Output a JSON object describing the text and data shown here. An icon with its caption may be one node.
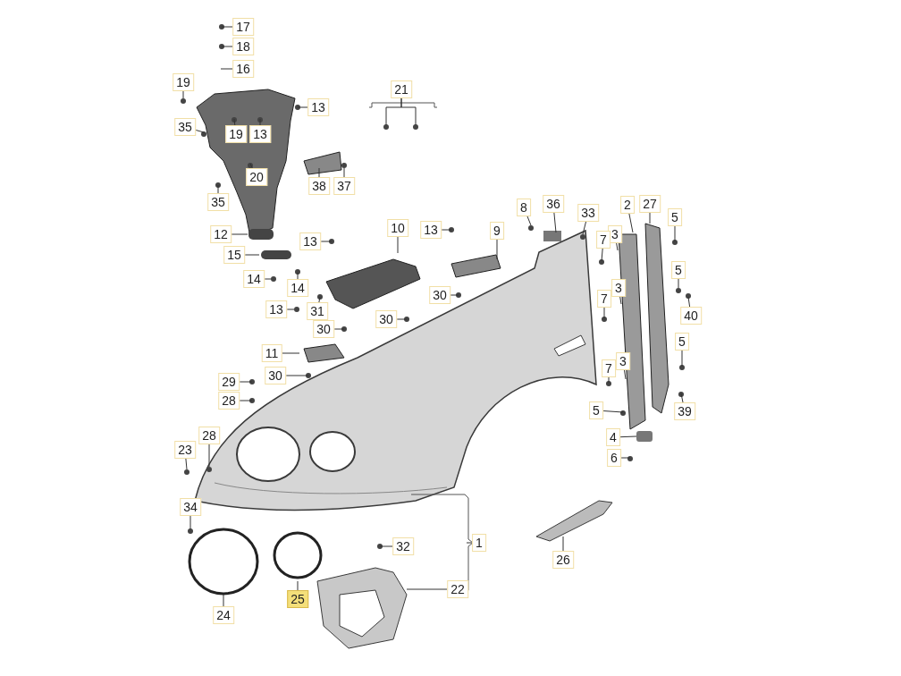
{
  "diagram": {
    "nodes": [
      {
        "text": [
          "17"
        ]
      },
      {
        "text": [
          "18"
        ]
      },
      {
        "text": [
          "16"
        ]
      },
      {
        "text": [
          "19"
        ]
      },
      {
        "text": [
          "21"
        ]
      },
      {
        "text": [
          "13"
        ]
      },
      {
        "text": [
          "35"
        ]
      },
      {
        "text": [
          "19"
        ]
      },
      {
        "text": [
          "13"
        ]
      },
      {
        "text": [
          "20"
        ]
      },
      {
        "text": [
          "38"
        ]
      },
      {
        "text": [
          "37"
        ]
      },
      {
        "text": [
          "35"
        ]
      },
      {
        "text": [
          "8"
        ]
      },
      {
        "text": [
          "36"
        ]
      },
      {
        "text": [
          "2"
        ]
      },
      {
        "text": [
          "27"
        ]
      },
      {
        "text": [
          "33"
        ]
      },
      {
        "text": [
          "5"
        ]
      },
      {
        "text": [
          "10"
        ]
      },
      {
        "text": [
          "13"
        ]
      },
      {
        "text": [
          "9"
        ]
      },
      {
        "text": [
          "12"
        ]
      },
      {
        "text": [
          "3"
        ]
      },
      {
        "text": [
          "7"
        ]
      },
      {
        "text": [
          "13"
        ]
      },
      {
        "text": [
          "15"
        ]
      },
      {
        "text": [
          "5"
        ]
      },
      {
        "text": [
          "14"
        ]
      },
      {
        "text": [
          "3"
        ]
      },
      {
        "text": [
          "14"
        ]
      },
      {
        "text": [
          "30"
        ]
      },
      {
        "text": [
          "7"
        ]
      },
      {
        "text": [
          "13"
        ]
      },
      {
        "text": [
          "31"
        ]
      },
      {
        "text": [
          "40"
        ]
      },
      {
        "text": [
          "30"
        ]
      },
      {
        "text": [
          "30"
        ]
      },
      {
        "text": [
          "5"
        ]
      },
      {
        "text": [
          "11"
        ]
      },
      {
        "text": [
          "3"
        ]
      },
      {
        "text": [
          "7"
        ]
      },
      {
        "text": [
          "30"
        ]
      },
      {
        "text": [
          "29"
        ]
      },
      {
        "text": [
          "28"
        ]
      },
      {
        "text": [
          "39"
        ]
      },
      {
        "text": [
          "5"
        ]
      },
      {
        "text": [
          "4"
        ]
      },
      {
        "text": [
          "28"
        ]
      },
      {
        "text": [
          "23"
        ]
      },
      {
        "text": [
          "6"
        ]
      },
      {
        "text": [
          "34"
        ]
      },
      {
        "text": [
          "1"
        ]
      },
      {
        "text": [
          "26"
        ]
      },
      {
        "text": [
          "32"
        ]
      },
      {
        "text": [
          "22"
        ]
      },
      {
        "text": [
          "25"
        ]
      },
      {
        "text": [
          "24"
        ]
      }
    ],
    "edges": [
      {
        "from": 0,
        "to": null,
        "arrow": "none"
      },
      {
        "from": 1,
        "to": null,
        "arrow": "none"
      },
      {
        "from": 2,
        "to": null,
        "arrow": "none"
      },
      {
        "from": 3,
        "to": null,
        "arrow": "none"
      },
      {
        "from": 4,
        "to": null,
        "arrow": "none"
      },
      {
        "from": 4,
        "to": null,
        "arrow": "none"
      },
      {
        "from": 5,
        "to": null,
        "arrow": "none"
      },
      {
        "from": 6,
        "to": null,
        "arrow": "none"
      },
      {
        "from": 7,
        "to": null,
        "arrow": "none"
      },
      {
        "from": 8,
        "to": null,
        "arrow": "none"
      },
      {
        "from": 9,
        "to": null,
        "arrow": "none"
      },
      {
        "from": 10,
        "to": null,
        "arrow": "none"
      },
      {
        "from": 11,
        "to": null,
        "arrow": "none"
      },
      {
        "from": 12,
        "to": null,
        "arrow": "none"
      },
      {
        "from": 13,
        "to": null,
        "arrow": "none"
      },
      {
        "from": 14,
        "to": null,
        "arrow": "none"
      },
      {
        "from": 15,
        "to": null,
        "arrow": "none"
      },
      {
        "from": 16,
        "to": null,
        "arrow": "none"
      },
      {
        "from": 17,
        "to": null,
        "arrow": "none"
      },
      {
        "from": 18,
        "to": null,
        "arrow": "none"
      },
      {
        "from": 19,
        "to": null,
        "arrow": "none"
      },
      {
        "from": 20,
        "to": null,
        "arrow": "none"
      },
      {
        "from": 21,
        "to": null,
        "arrow": "none"
      },
      {
        "from": 22,
        "to": null,
        "arrow": "none"
      },
      {
        "from": 23,
        "to": null,
        "arrow": "none"
      },
      {
        "from": 24,
        "to": null,
        "arrow": "none"
      },
      {
        "from": 25,
        "to": null,
        "arrow": "none"
      },
      {
        "from": 26,
        "to": null,
        "arrow": "none"
      },
      {
        "from": 27,
        "to": null,
        "arrow": "none"
      },
      {
        "from": 28,
        "to": null,
        "arrow": "none"
      },
      {
        "from": 29,
        "to": null,
        "arrow": "none"
      },
      {
        "from": 30,
        "to": null,
        "arrow": "none"
      },
      {
        "from": 31,
        "to": null,
        "arrow": "none"
      },
      {
        "from": 32,
        "to": null,
        "arrow": "none"
      },
      {
        "from": 33,
        "to": null,
        "arrow": "none"
      },
      {
        "from": 34,
        "to": null,
        "arrow": "none"
      },
      {
        "from": 35,
        "to": null,
        "arrow": "none"
      },
      {
        "from": 36,
        "to": null,
        "arrow": "none"
      },
      {
        "from": 37,
        "to": null,
        "arrow": "none"
      },
      {
        "from": 38,
        "to": null,
        "arrow": "none"
      },
      {
        "from": 39,
        "to": null,
        "arrow": "none"
      },
      {
        "from": 40,
        "to": null,
        "arrow": "none"
      },
      {
        "from": 41,
        "to": null,
        "arrow": "none"
      },
      {
        "from": 42,
        "to": null,
        "arrow": "none"
      },
      {
        "from": 43,
        "to": null,
        "arrow": "none"
      },
      {
        "from": 44,
        "to": null,
        "arrow": "none"
      },
      {
        "from": 45,
        "to": null,
        "arrow": "none"
      },
      {
        "from": 46,
        "to": null,
        "arrow": "none"
      },
      {
        "from": 47,
        "to": null,
        "arrow": "none"
      },
      {
        "from": 48,
        "to": null,
        "arrow": "none"
      },
      {
        "from": 49,
        "to": null,
        "arrow": "none"
      },
      {
        "from": 50,
        "to": null,
        "arrow": "none"
      },
      {
        "from": 51,
        "to": null,
        "arrow": "none"
      },
      {
        "from": 52,
        "to": null,
        "arrow": "none"
      },
      {
        "from": 53,
        "to": null,
        "arrow": "none"
      },
      {
        "from": 54,
        "to": null,
        "arrow": "none"
      },
      {
        "from": 55,
        "to": null,
        "arrow": "none"
      },
      {
        "from": 56,
        "to": null,
        "arrow": "none"
      },
      {
        "from": 57,
        "to": null,
        "arrow": "none"
      }
    ]
  }
}
